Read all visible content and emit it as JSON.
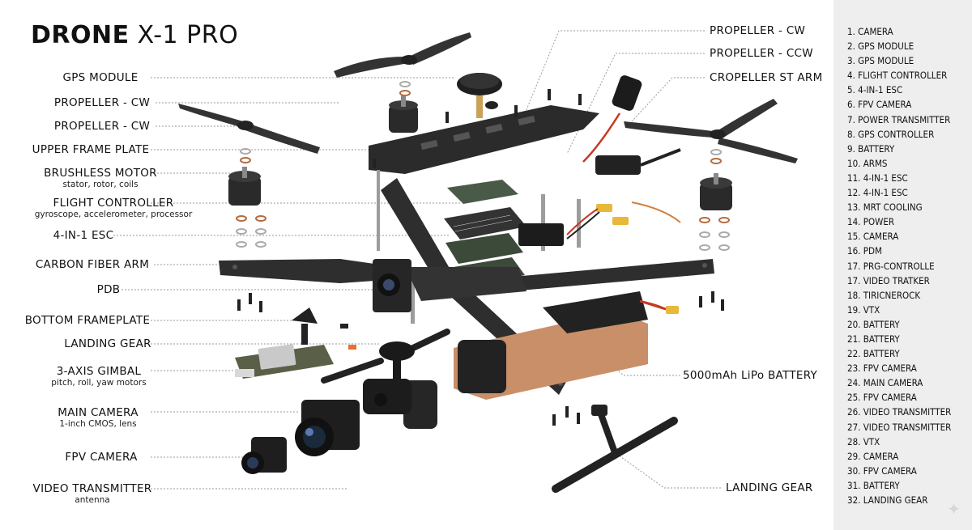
{
  "title": {
    "bold": "DRONE",
    "rest": "X-1 PRO"
  },
  "left_labels": [
    {
      "main": "GPS MODULE",
      "sub": ""
    },
    {
      "main": "PROPELLER - CW",
      "sub": ""
    },
    {
      "main": "PROPELLER - CW",
      "sub": ""
    },
    {
      "main": "UPPER FRAME PLATE",
      "sub": ""
    },
    {
      "main": "BRUSHLESS MOTOR",
      "sub": "stator, rotor, coils"
    },
    {
      "main": "FLIGHT CONTROLLER",
      "sub": "gyroscope, accelerometer, processor"
    },
    {
      "main": "4-IN-1 ESC",
      "sub": ""
    },
    {
      "main": "CARBON FIBER ARM",
      "sub": ""
    },
    {
      "main": "PDB",
      "sub": ""
    },
    {
      "main": "BOTTOM FRAMEPLATE",
      "sub": ""
    },
    {
      "main": "LANDING GEAR",
      "sub": ""
    },
    {
      "main": "3-AXIS GIMBAL",
      "sub": "pitch, roll, yaw motors"
    },
    {
      "main": "MAIN CAMERA",
      "sub": "1-inch CMOS, lens"
    },
    {
      "main": "FPV CAMERA",
      "sub": ""
    },
    {
      "main": "VIDEO TRANSMITTER",
      "sub": "antenna"
    }
  ],
  "right_labels": [
    {
      "main": "PROPELLER - CW"
    },
    {
      "main": "PROPELLER - CCW"
    },
    {
      "main": "CROPELLER ST ARM"
    },
    {
      "main": "5000mAh LiPo BATTERY"
    },
    {
      "main": "LANDING GEAR"
    }
  ],
  "parts_list": [
    "1. CAMERA",
    "2. GPS MODULE",
    "3. GPS MODULE",
    "4. FLIGHT CONTROLLER",
    "5. 4-IN-1 ESC",
    "6. FPV CAMERA",
    "7. POWER TRANSMITTER",
    "8. GPS CONTROLLER",
    "9. BATTERY",
    "10. ARMS",
    "11. 4-IN-1 ESC",
    "12. 4-IN-1 ESC",
    "13. MRT COOLING",
    "14. POWER",
    "15. CAMERA",
    "16. PDM",
    "17. PRG-CONTROLLE",
    "17. VIDEO TRATKER",
    "18. TIRICNEROCK",
    "19. VTX",
    "20. BATTERY",
    "21. BATTERY",
    "22. BATTERY",
    "23. FPV CAMERA",
    "24. MAIN CAMERA",
    "25. FPV CAMERA",
    "26. VIDEO TRANSMITTER",
    "27. VIDEO TRANSMITTER",
    "28. VTX",
    "29. CAMERA",
    "30. FPV CAMERA",
    "31. BATTERY",
    "32. LANDING GEAR"
  ],
  "colors": {
    "carbon": "#2b2b2b",
    "carbon_light": "#3d3d3d",
    "leader": "#9a9a9a",
    "battery_wrap": "#c98f68",
    "pcb_green": "#3c4a3a",
    "connector_yellow": "#e8b83a",
    "wire_red": "#c23b22",
    "panel_bg": "#eeeeee"
  }
}
